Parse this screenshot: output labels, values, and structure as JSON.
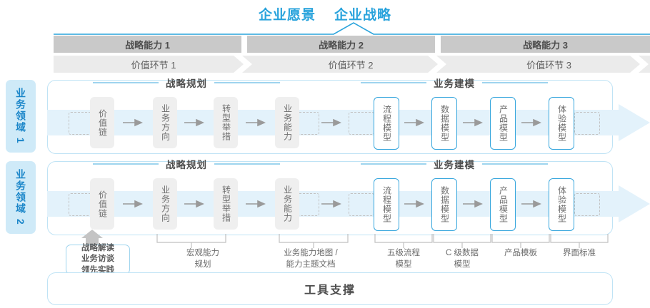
{
  "header": {
    "titles": [
      "企业愿景",
      "企业战略"
    ],
    "accent_color": "#29a3dc"
  },
  "capability_band": {
    "cells": [
      {
        "label": "战略能力 1"
      },
      {
        "label": "战略能力 2"
      },
      {
        "label": "战略能力 3"
      }
    ],
    "bg_color": "#c9c9c9"
  },
  "value_chain_band": {
    "cells": [
      {
        "label": "价值环节 1"
      },
      {
        "label": "价值环节 2"
      },
      {
        "label": "价值环节 3"
      }
    ],
    "bg_color": "#ebebeb"
  },
  "domains": [
    {
      "label": "业务领域 1"
    },
    {
      "label": "业务领域 2"
    }
  ],
  "sections": {
    "planning": "战略规划",
    "modeling": "业务建模"
  },
  "nodes": {
    "planning": [
      {
        "label": "价值链",
        "style": "gray"
      },
      {
        "label": "业务方向",
        "style": "gray"
      },
      {
        "label": "转型举措",
        "style": "gray"
      },
      {
        "label": "业务能力",
        "style": "gray"
      }
    ],
    "modeling": [
      {
        "label": "流程模型",
        "style": "blue"
      },
      {
        "label": "数据模型",
        "style": "blue"
      },
      {
        "label": "产品模型",
        "style": "blue"
      },
      {
        "label": "体验模型",
        "style": "blue"
      }
    ]
  },
  "footer_labels": {
    "highlight": "战略解读\n业务访谈\n领先实践",
    "items": [
      {
        "label": "宏观能力\n规划"
      },
      {
        "label": "业务能力地图 /\n能力主题文档"
      },
      {
        "label": "五级流程\n模型"
      },
      {
        "label": "C 级数据\n模型"
      },
      {
        "label": "产品模板"
      },
      {
        "label": "界面标准"
      }
    ]
  },
  "tools_band": {
    "label": "工具支撑"
  },
  "colors": {
    "blue_accent": "#29a3dc",
    "blue_border": "#36a6dd",
    "blue_light": "#cfeaf8",
    "blue_pale": "#bfe3f5",
    "gray_node": "#efefef",
    "gray_band": "#c9c9c9",
    "gray_band_light": "#ebebeb",
    "text_gray": "#6e6e6e"
  }
}
